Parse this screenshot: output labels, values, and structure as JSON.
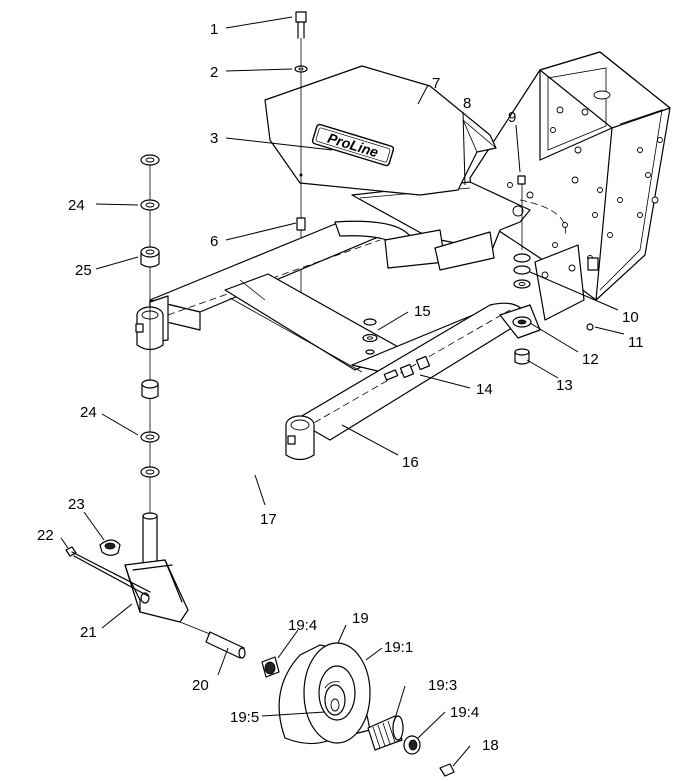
{
  "brand_decal": "ProLine",
  "callouts": [
    {
      "id": "c1",
      "text": "1"
    },
    {
      "id": "c2",
      "text": "2"
    },
    {
      "id": "c3",
      "text": "3"
    },
    {
      "id": "c6",
      "text": "6"
    },
    {
      "id": "c7",
      "text": "7"
    },
    {
      "id": "c8",
      "text": "8"
    },
    {
      "id": "c9",
      "text": "9"
    },
    {
      "id": "c10",
      "text": "10"
    },
    {
      "id": "c11",
      "text": "11"
    },
    {
      "id": "c12",
      "text": "12"
    },
    {
      "id": "c13",
      "text": "13"
    },
    {
      "id": "c14",
      "text": "14"
    },
    {
      "id": "c15",
      "text": "15"
    },
    {
      "id": "c16",
      "text": "16"
    },
    {
      "id": "c17",
      "text": "17"
    },
    {
      "id": "c18",
      "text": "18"
    },
    {
      "id": "c19",
      "text": "19"
    },
    {
      "id": "c19_1",
      "text": "19:1"
    },
    {
      "id": "c19_3",
      "text": "19:3"
    },
    {
      "id": "c19_4a",
      "text": "19:4"
    },
    {
      "id": "c19_4b",
      "text": "19:4"
    },
    {
      "id": "c19_5",
      "text": "19:5"
    },
    {
      "id": "c20",
      "text": "20"
    },
    {
      "id": "c21",
      "text": "21"
    },
    {
      "id": "c22",
      "text": "22"
    },
    {
      "id": "c23",
      "text": "23"
    },
    {
      "id": "c24a",
      "text": "24"
    },
    {
      "id": "c24b",
      "text": "24"
    },
    {
      "id": "c25",
      "text": "25"
    }
  ]
}
